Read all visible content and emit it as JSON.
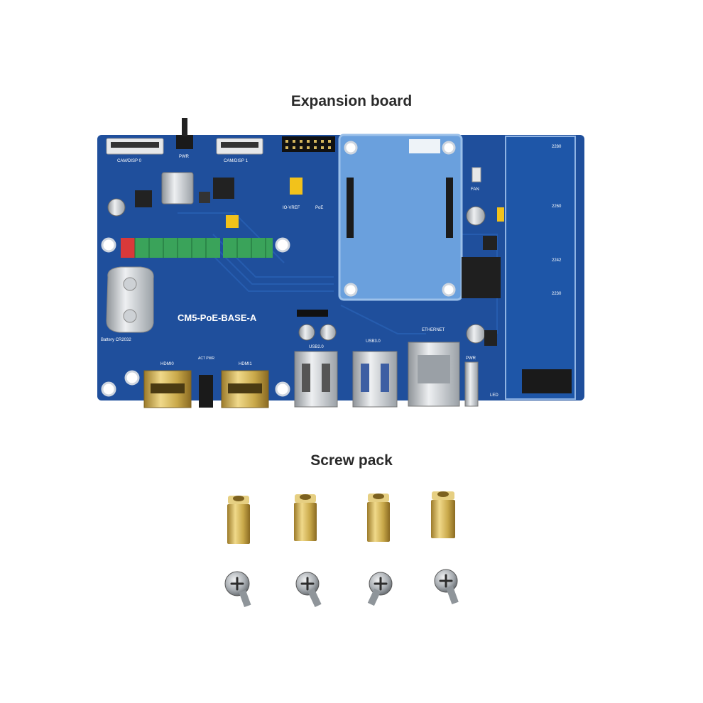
{
  "sections": {
    "board_title": "Expansion board",
    "screws_title": "Screw pack"
  },
  "board": {
    "model_label": "CM5-PoE-BASE-A",
    "silkscreen": {
      "cam0": "CAM/DISP 0",
      "cam1": "CAM/DISP 1",
      "pwr_button": "PWR",
      "io_vref": "IO-VREF",
      "poe": "PoE",
      "fan": "FAN",
      "battery": "Battery CR2032",
      "hdmi0": "HDMI0",
      "hdmi1": "HDMI1",
      "act_pwr": "ACT PWR",
      "usb2": "USB2.0",
      "usb3": "USB3.0",
      "ethernet": "ETHERNET",
      "pwr": "PWR",
      "led": "LED",
      "m2_2280": "2280",
      "m2_2260": "2260",
      "m2_2242": "2242",
      "m2_2230": "2230"
    },
    "colors": {
      "pcb": "#1f4f9c",
      "pcb_dark": "#173e80",
      "gold": "#c9a94a",
      "silver": "#c8ccd0"
    }
  },
  "screw_pack": {
    "standoff_count": 4,
    "screw_count": 4
  }
}
